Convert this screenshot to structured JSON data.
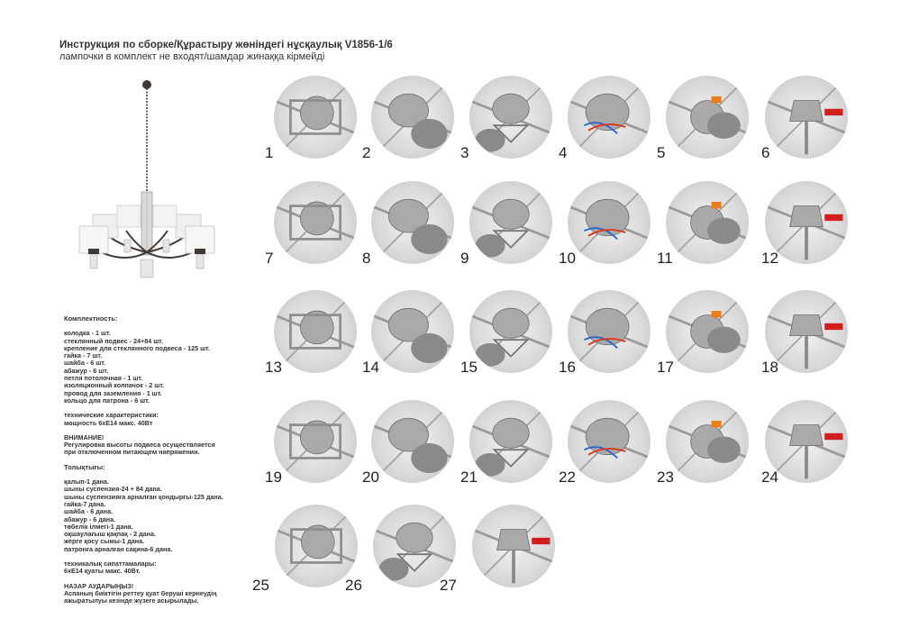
{
  "header": {
    "title": "Инструкция по сборке/Құрастыру жөніндегі нұсқаулық V1856-1/6",
    "subtitle": "лампочки в комплект не входят/шамдар жинаққа кірмейді"
  },
  "specs": {
    "ru_heading": "Комплектность:",
    "ru_items": [
      "колодка - 1 шт.",
      "стеклянный подвес - 24+84 шт.",
      "крепление для стеклянного подвеса - 125 шт.",
      "гайка - 7 шт.",
      "шайба - 6 шт.",
      "абажур - 6 шт.",
      "петля потолочная - 1 шт.",
      "изоляционный колпачок - 2 шт.",
      "провод для заземления - 1 шт.",
      "кольцо для патрона - 6 шт."
    ],
    "ru_tech_heading": "технические характеристики:",
    "ru_tech": "мощность 6xE14 макс. 40Вт",
    "ru_warning_heading": "ВНИМАНИЕ!",
    "ru_warning_lines": [
      "Регулировка высоты подвеса осуществляется",
      "при отключенном питающем напряжении."
    ],
    "kz_heading": "Толықтығы:",
    "kz_items": [
      "қалып-1 дана.",
      "шыны суспензия-24 + 84 дана.",
      "шыны суспензияға арналған қондырғы-125 дана.",
      "гайка-7 дана.",
      "шайба - 6 дана.",
      "абажур - 6 дана.",
      "төбелік ілмегі-1 дана.",
      "оқшаулағыш қақпақ - 2 дана.",
      "жерге қосу сымы-1 дана.",
      "патронға арналған сақина-6 дана."
    ],
    "kz_tech_heading": "техникалық сипаттамалары:",
    "kz_tech": "6xE14 қуаты макс. 40Вт.",
    "kz_warning_heading": "НАЗАР АУДАРЫҢЫЗ!",
    "kz_warning_lines": [
      "Аспаның биіктігін реттеу қуат беруші кернеудің",
      "ажыратылуы кезінде жүзеге асырылады."
    ]
  },
  "steps": [
    {
      "number": "1"
    },
    {
      "number": "2"
    },
    {
      "number": "3"
    },
    {
      "number": "4"
    },
    {
      "number": "5"
    },
    {
      "number": "6"
    },
    {
      "number": "7"
    },
    {
      "number": "8"
    },
    {
      "number": "9"
    },
    {
      "number": "10"
    },
    {
      "number": "11"
    },
    {
      "number": "12"
    },
    {
      "number": "13"
    },
    {
      "number": "14"
    },
    {
      "number": "15"
    },
    {
      "number": "16"
    },
    {
      "number": "17"
    },
    {
      "number": "18"
    },
    {
      "number": "19"
    },
    {
      "number": "20"
    },
    {
      "number": "21"
    },
    {
      "number": "22"
    },
    {
      "number": "23"
    },
    {
      "number": "24"
    },
    {
      "number": "25"
    },
    {
      "number": "26"
    },
    {
      "number": "27"
    }
  ],
  "colors": {
    "metal": "#a9a9a9",
    "glove": "#8a8a8a",
    "wire_red": "#d9381e",
    "wire_blue": "#2c63c9",
    "wire_orange": "#ef7d1a",
    "screwdriver": "#d11f1f",
    "frame_dark": "#3f3a36"
  }
}
